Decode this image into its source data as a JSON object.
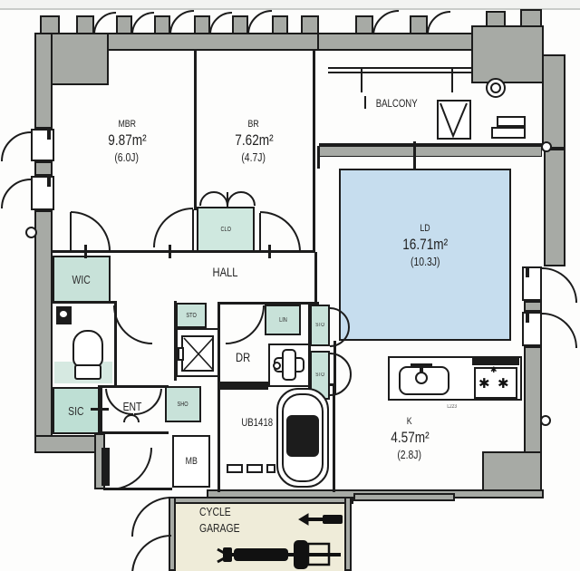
{
  "plan": {
    "rooms": {
      "mbr": {
        "name": "MBR",
        "area": "9.87m²",
        "tatami": "(6.0J)"
      },
      "br": {
        "name": "BR",
        "area": "7.62m²",
        "tatami": "(4.7J)"
      },
      "ld": {
        "name": "LD",
        "area": "16.71m²",
        "tatami": "(10.3J)"
      },
      "k": {
        "name": "K",
        "area": "4.57m²",
        "tatami": "(2.8J)"
      },
      "balcony": "BALCONY",
      "hall": "HALL",
      "dr": "DR",
      "ent": "ENT",
      "mb": "MB",
      "unit_bath": "UB1418",
      "wic": "WIC",
      "sic": "SIC",
      "cycle_garage_line1": "CYCLE",
      "cycle_garage_line2": "GARAGE"
    },
    "storage": {
      "clo": "CLO",
      "sho": "SHO",
      "lin": "LIN",
      "sto_hall": "STO",
      "sto_ld_upper": "STO",
      "sto_ld_lower": "STO"
    },
    "annotations": {
      "counter_dim": "L223"
    },
    "colors": {
      "wall_fill": "#a7aaa5",
      "closet_fill": "#c8e2d9",
      "ld_fill": "#c6ddee",
      "garage_fill": "#efecd9",
      "line": "#1c1c1c"
    }
  }
}
